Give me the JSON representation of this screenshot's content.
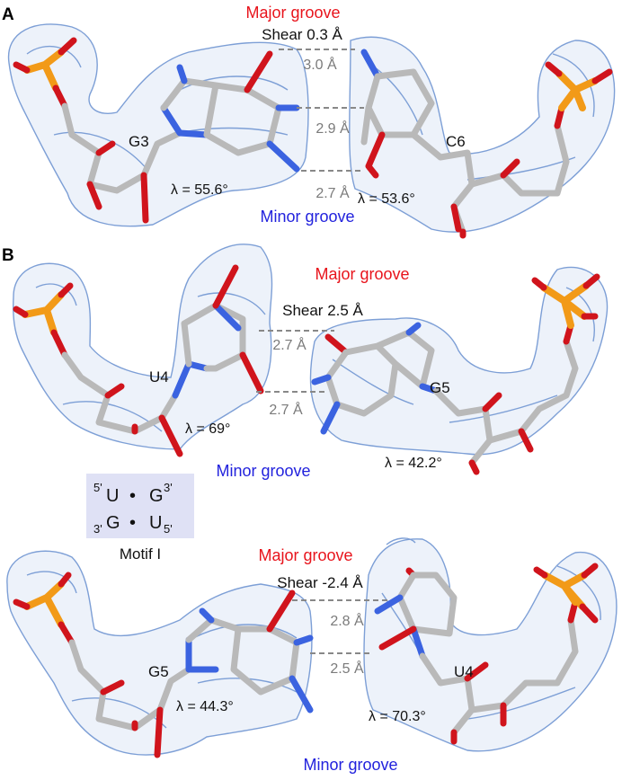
{
  "panels": [
    {
      "letter": "A",
      "major_label": "Major groove",
      "minor_label": "Minor groove",
      "shear": "Shear 0.3 Å",
      "distances": [
        "3.0 Å",
        "2.9 Å",
        "2.7 Å"
      ],
      "left_residue": "G3",
      "right_residue": "C6",
      "left_angle": "λ = 55.6°",
      "right_angle": "λ = 53.6°"
    },
    {
      "letter": "B",
      "major_label": "Major groove",
      "minor_label": "Minor groove",
      "shear": "Shear 2.5 Å",
      "distances": [
        "2.7 Å",
        "2.7 Å"
      ],
      "left_residue": "U4",
      "right_residue": "G5",
      "left_angle": "λ = 69°",
      "right_angle": "λ = 42.2°"
    },
    {
      "letter": "",
      "major_label": "Major groove",
      "minor_label": "Minor groove",
      "shear": "Shear -2.4 Å",
      "distances": [
        "2.8 Å",
        "2.5 Å"
      ],
      "left_residue": "G5",
      "right_residue": "U4",
      "left_angle": "λ = 44.3°",
      "right_angle": "λ = 70.3°"
    }
  ],
  "motif": {
    "title": "Motif I",
    "top_5": "5'",
    "top_left": "U",
    "top_dot": "•",
    "top_right": "G",
    "top_3": "3'",
    "bottom_3": "3'",
    "bottom_left": "G",
    "bottom_dot": "•",
    "bottom_right": "U",
    "bottom_5": "5'"
  },
  "colors": {
    "major": "#e8141c",
    "minor": "#2222dd",
    "nitrogen": "#3b63e0",
    "oxygen": "#d0141c",
    "carbon": "#b9b9b9",
    "phosphorus": "#f29a18",
    "mesh": "#7d9fd6"
  }
}
